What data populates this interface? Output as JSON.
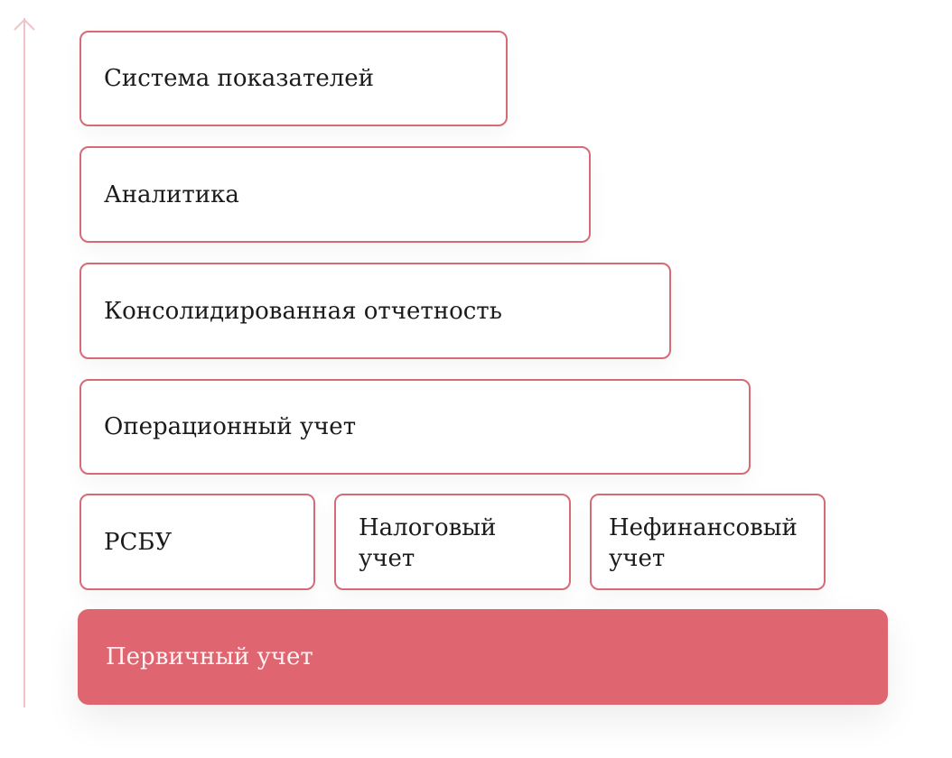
{
  "diagram": {
    "levels": [
      {
        "label": "Система показателей"
      },
      {
        "label": "Аналитика"
      },
      {
        "label": "Консолидированная отчетность"
      },
      {
        "label": "Операционный учет"
      },
      {
        "items": [
          "РСБУ",
          "Налоговый учет",
          "Нефинансовый учет"
        ]
      },
      {
        "label": "Первичный учет"
      }
    ],
    "colors": {
      "accent": "#df6671",
      "border": "#d46b76",
      "axis": "#efc4c9",
      "text": "#1b1b1b",
      "filled_text": "#fff3f4"
    },
    "axis_icon": "up-arrow-icon"
  }
}
